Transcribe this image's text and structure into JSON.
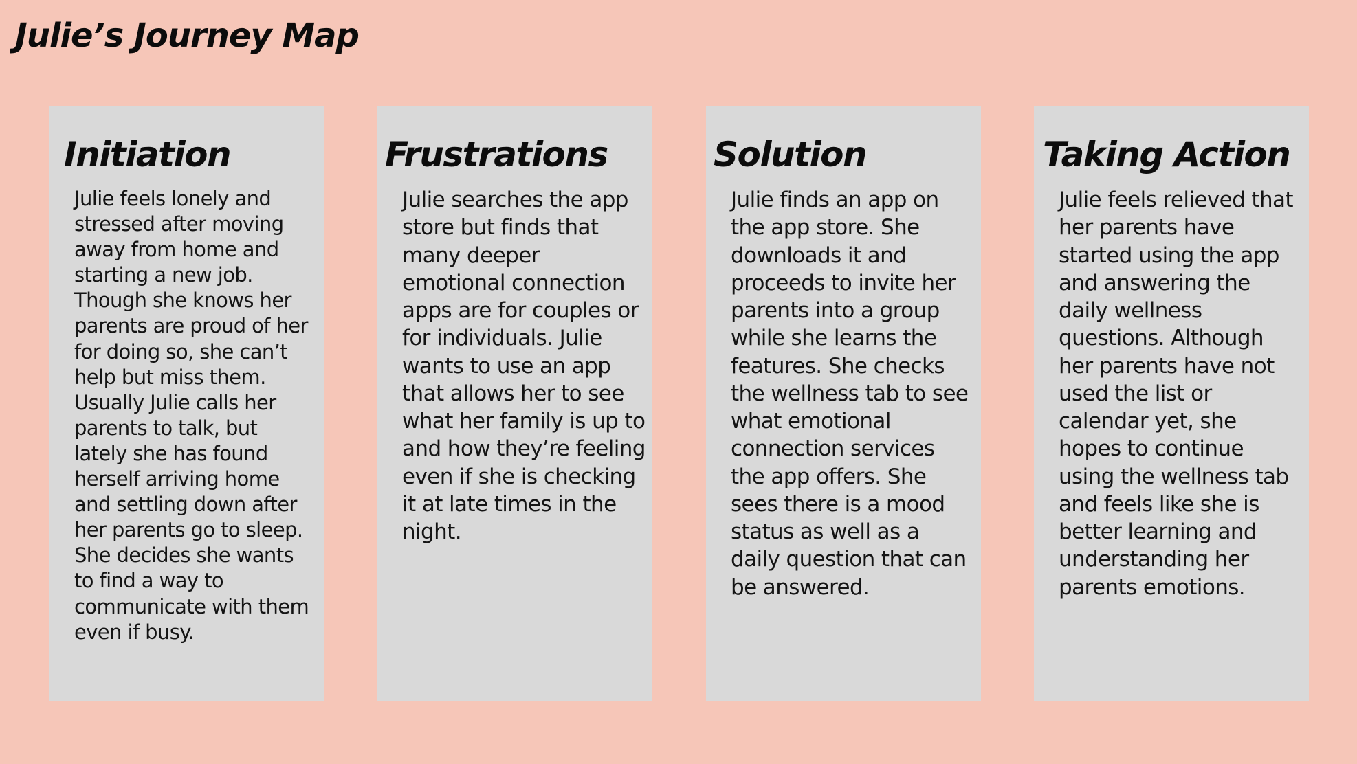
{
  "title": "Julie’s Journey Map",
  "stages": [
    {
      "heading": "Initiation",
      "text": "Julie feels lonely and stressed after moving away from home and starting a new job. Though she knows her parents are proud of her for doing so, she can’t help but miss them. Usually Julie calls her parents to talk, but lately she has found herself arriving home and settling down after her parents go to sleep. She decides she wants to find a way to communicate with them even if busy."
    },
    {
      "heading": "Frustrations",
      "text": "Julie searches the app store but finds that many deeper emotional connection apps are for couples or for individuals. Julie wants to use an app that allows her to see what her family is up to and how they’re feeling even if she is checking it at late times in the night."
    },
    {
      "heading": "Solution",
      "text": "Julie finds an app on the app store. She downloads it and proceeds to invite her parents into a group while she learns the features. She checks the wellness tab to see what emotional connection services the app offers. She sees there is a mood status as well as a daily question that can be answered."
    },
    {
      "heading": "Taking Action",
      "text": "Julie feels relieved that her parents have started using the app and answering the daily wellness questions. Although her parents have not used the list or calendar yet, she hopes to continue using the wellness tab and feels like she is better learning and understanding her parents emotions."
    }
  ],
  "colors": {
    "background": "#f6c6b8",
    "card": "#d9d9d9",
    "text": "#111111"
  }
}
